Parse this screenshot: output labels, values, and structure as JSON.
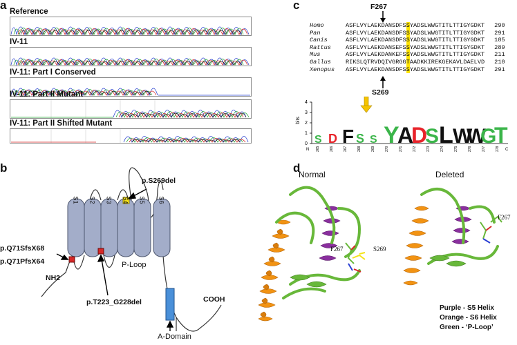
{
  "panels": {
    "a": "a",
    "b": "b",
    "c": "c",
    "d": "d"
  },
  "panel_a": {
    "traces": [
      {
        "label": "Reference"
      },
      {
        "label": "IV-11"
      },
      {
        "label": "IV-11: Part I Conserved"
      },
      {
        "label": "IV-11: Part II Mutant"
      },
      {
        "label": "IV-11: Part II Shifted Mutant"
      }
    ]
  },
  "panel_b": {
    "helices": [
      "S1",
      "S2",
      "S3",
      "S4",
      "S5",
      "S6"
    ],
    "mutations": {
      "s269": "p.S269del",
      "q71a": "p.Q71SfsX68",
      "q71b": "p.Q71PfsX64",
      "t223": "p.T223_G228del"
    },
    "labels": {
      "ploop": "P-Loop",
      "nh2": "NH2",
      "cooh": "COOH",
      "adomain": "A-Domain"
    }
  },
  "panel_c": {
    "top_marker": "F267",
    "bottom_marker": "S269",
    "alignment": [
      {
        "species": "Homo",
        "pre": "ASFLVYLAEKDANSDFS",
        "hl": "S",
        "post": "YADSLWWGTITLTTIGYGDKT",
        "num": "290"
      },
      {
        "species": "Pan",
        "pre": "ASFLVYLAEKDANSDFS",
        "hl": "S",
        "post": "YADSLWWGTITLTTIGYGDKT",
        "num": "291"
      },
      {
        "species": "Canis",
        "pre": "ASFLVYLAEKDANSDFS",
        "hl": "S",
        "post": "YADSLWWGTITLTTIGYGDKT",
        "num": "185"
      },
      {
        "species": "Rattus",
        "pre": "ASFLVYLAEKDANSEFS",
        "hl": "S",
        "post": "YADSLWWGTITLTTIGYGDKT",
        "num": "289"
      },
      {
        "species": "Mus",
        "pre": "ASFLVYLAEKDANKEFS",
        "hl": "S",
        "post": "YADSLWWGTITLTTIGYGDKT",
        "num": "211"
      },
      {
        "species": "Gallus",
        "pre": "RIKSLQTRVDQIVGRGG",
        "hl": "T",
        "post": "AADKKIREKGEKAVLDAELVD",
        "num": "210"
      },
      {
        "species": "Xenopus",
        "pre": "ASFLVYLAEKDANSDFS",
        "hl": "S",
        "post": "YADSLWWGTITLTTIGYGDKT",
        "num": "291"
      }
    ],
    "logo": {
      "ylabel": "bits",
      "yticks": [
        "0",
        "1",
        "2",
        "3",
        "4"
      ],
      "n_label": "N",
      "c_label": "C",
      "positions": [
        "265",
        "266",
        "267",
        "268",
        "269",
        "270",
        "271",
        "272",
        "273",
        "274",
        "275",
        "276",
        "277",
        "278"
      ],
      "letters": [
        "S",
        "D",
        "F",
        "S",
        "S",
        "Y",
        "A",
        "D",
        "S",
        "L",
        "W",
        "W",
        "G",
        "T"
      ],
      "colors": {
        "green": "#3bb54a",
        "red": "#e8232a",
        "black": "#111111",
        "blue": "#2a3fd4",
        "arrow": "#f5c400"
      }
    }
  },
  "panel_d": {
    "normal_title": "Normal",
    "deleted_title": "Deleted",
    "f267_normal": "F267",
    "s269": "S269",
    "f267_deleted": "F267",
    "legend": [
      "Purple - S5 Helix",
      "Orange - S6 Helix",
      "Green - ‘P-Loop’"
    ],
    "colors": {
      "purple": "#8a2f9e",
      "orange": "#f29313",
      "green": "#68b83a"
    }
  }
}
